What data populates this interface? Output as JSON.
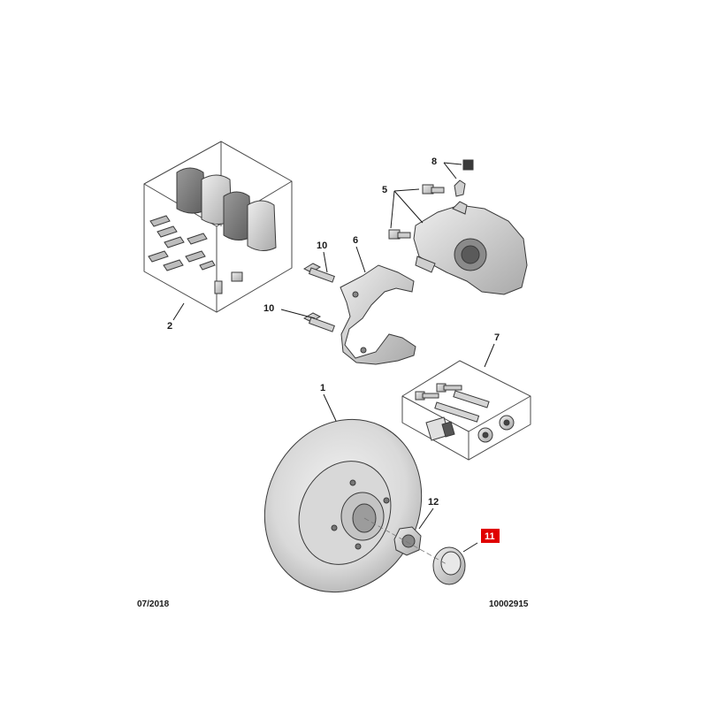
{
  "callouts": {
    "c1": "1",
    "c2": "2",
    "c5": "5",
    "c6": "6",
    "c7": "7",
    "c8": "8",
    "c10a": "10",
    "c10b": "10",
    "c11": "11",
    "c12": "12"
  },
  "highlight_color": "#e00000",
  "footer": {
    "date": "07/2018",
    "reference": "10002915"
  }
}
